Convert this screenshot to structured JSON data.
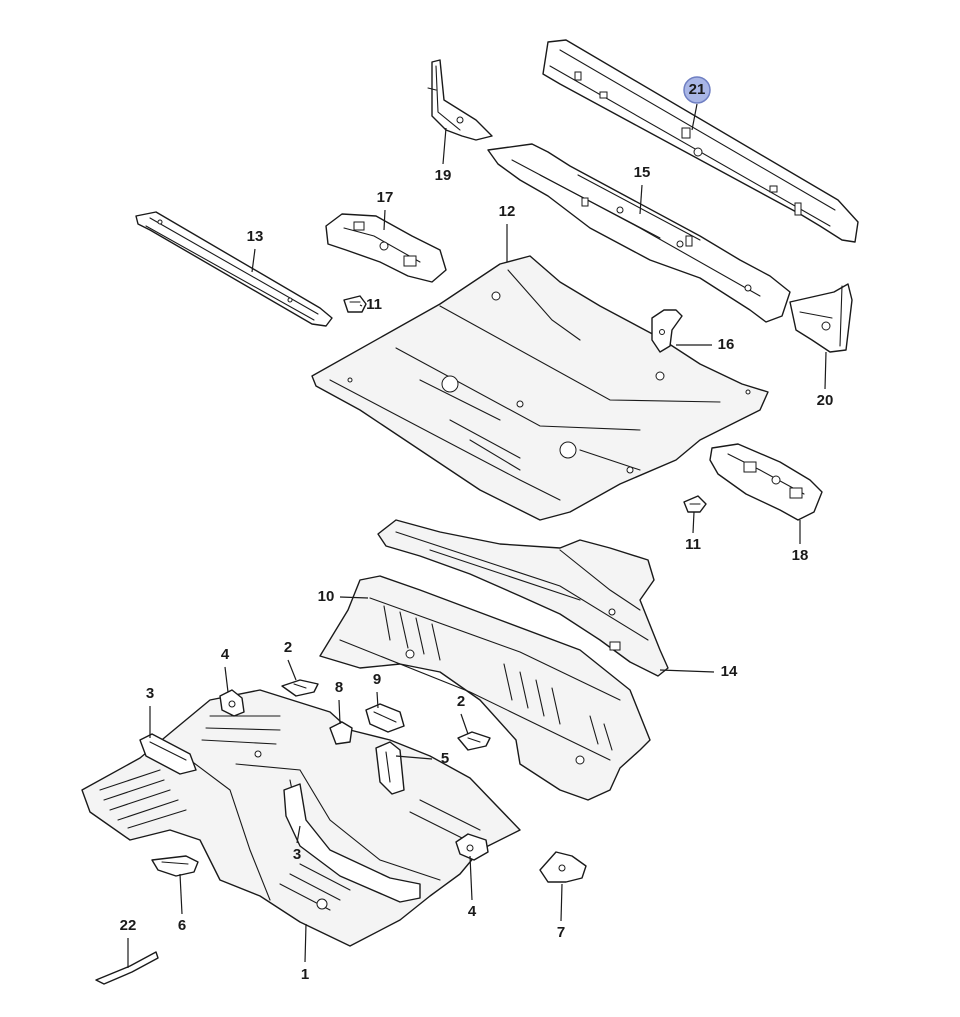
{
  "highlight_color": "#a9b6e6",
  "callouts": [
    {
      "id": "c1",
      "label": "1"
    },
    {
      "id": "c2a",
      "label": "2"
    },
    {
      "id": "c2b",
      "label": "2"
    },
    {
      "id": "c3a",
      "label": "3"
    },
    {
      "id": "c3b",
      "label": "3"
    },
    {
      "id": "c4a",
      "label": "4"
    },
    {
      "id": "c4b",
      "label": "4"
    },
    {
      "id": "c5",
      "label": "5"
    },
    {
      "id": "c6",
      "label": "6"
    },
    {
      "id": "c7",
      "label": "7"
    },
    {
      "id": "c8",
      "label": "8"
    },
    {
      "id": "c9",
      "label": "9"
    },
    {
      "id": "c10",
      "label": "10"
    },
    {
      "id": "c11a",
      "label": "11"
    },
    {
      "id": "c11b",
      "label": "11"
    },
    {
      "id": "c12",
      "label": "12"
    },
    {
      "id": "c13",
      "label": "13"
    },
    {
      "id": "c14",
      "label": "14"
    },
    {
      "id": "c15",
      "label": "15"
    },
    {
      "id": "c16",
      "label": "16"
    },
    {
      "id": "c17",
      "label": "17"
    },
    {
      "id": "c18",
      "label": "18"
    },
    {
      "id": "c19",
      "label": "19"
    },
    {
      "id": "c20",
      "label": "20"
    },
    {
      "id": "c21",
      "label": "21",
      "highlighted": true
    },
    {
      "id": "c22",
      "label": "22"
    }
  ]
}
